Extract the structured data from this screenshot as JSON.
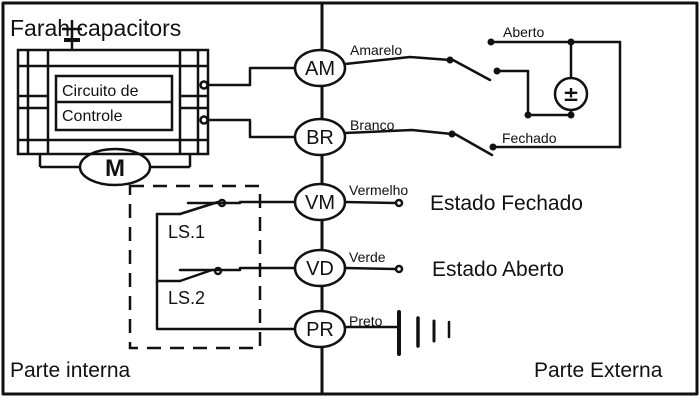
{
  "title": "Farah capacitors",
  "control_unit": {
    "line1": "Circuito de",
    "line2": "Controle",
    "motor_label": "M"
  },
  "limit_switches": [
    {
      "label": "LS.1"
    },
    {
      "label": "LS.2"
    }
  ],
  "terminals": [
    {
      "id": "AM",
      "wire": "Amarelo"
    },
    {
      "id": "BR",
      "wire": "Branco"
    },
    {
      "id": "VM",
      "wire": "Vermelho"
    },
    {
      "id": "VD",
      "wire": "Verde"
    },
    {
      "id": "PR",
      "wire": "Preto"
    }
  ],
  "external": {
    "switch_open": "Aberto",
    "switch_closed": "Fechado",
    "source_symbol": "±",
    "state_closed": "Estado Fechado",
    "state_open": "Estado Aberto"
  },
  "footer": {
    "internal": "Parte interna",
    "external": "Parte Externa"
  },
  "colors": {
    "line": "#111111",
    "background": "#ffffff"
  }
}
